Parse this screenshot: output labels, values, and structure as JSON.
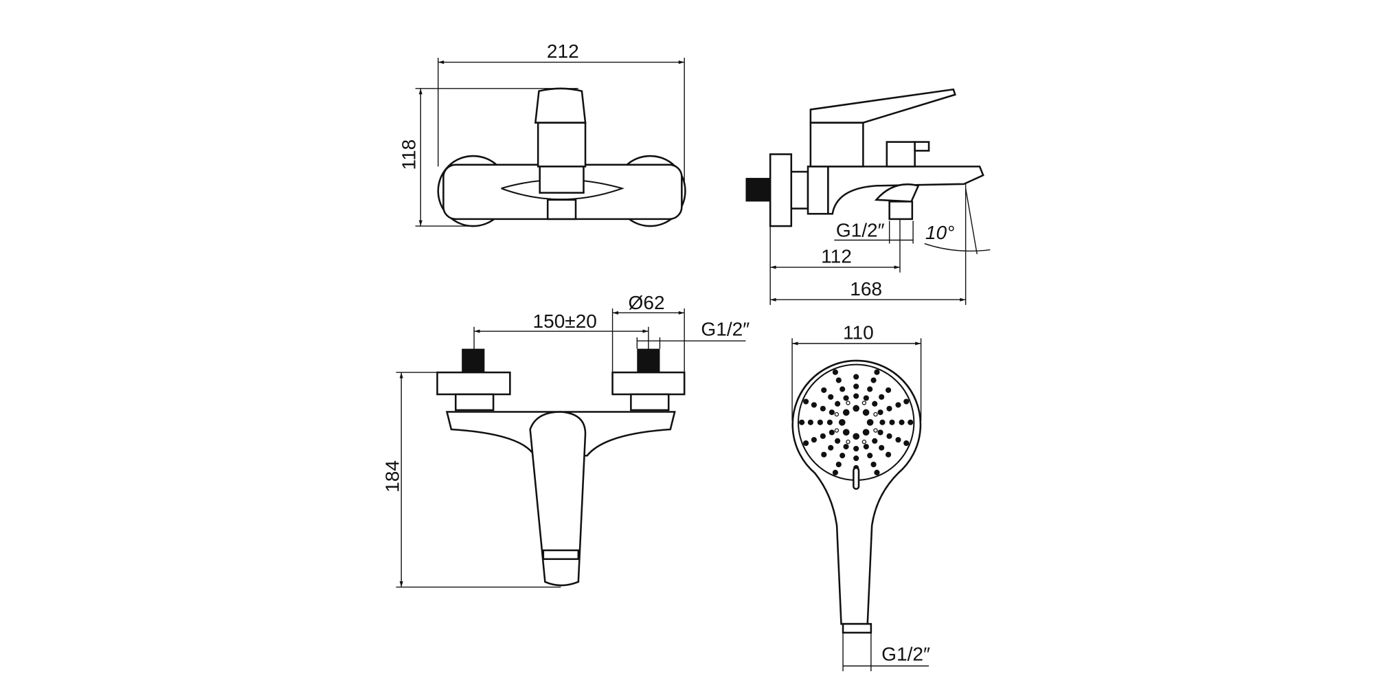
{
  "drawing": {
    "front_view": {
      "width_label": "212",
      "height_label": "118"
    },
    "side_view": {
      "thread_label": "G1/2″",
      "outlet_label": "112",
      "depth_label": "168",
      "angle_label": "10°"
    },
    "top_view": {
      "spacing_label": "150±20",
      "flange_label": "Ø62",
      "thread_label": "G1/2″",
      "height_label": "184"
    },
    "hand_shower": {
      "diameter_label": "110",
      "thread_label": "G1/2″"
    }
  }
}
